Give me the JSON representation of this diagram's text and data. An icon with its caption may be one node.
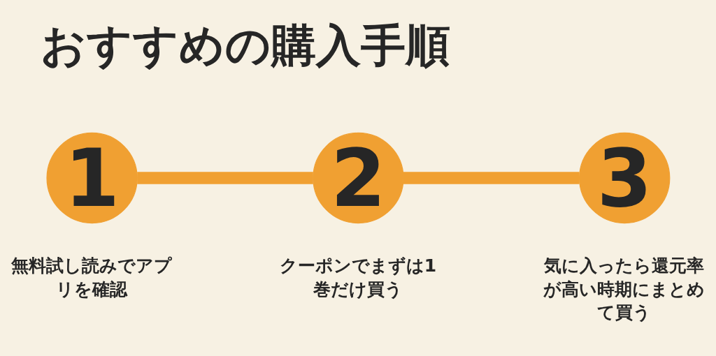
{
  "diagram": {
    "title": "おすすめの購入手順",
    "nodes": [
      {
        "text": [
          "1"
        ],
        "beside": [
          "無料試し読みでアプリを確認"
        ]
      },
      {
        "text": [
          "2"
        ],
        "beside": [
          "クーポンでまずは1 巻だけ買う"
        ]
      },
      {
        "text": [
          "3"
        ],
        "beside": [
          "気に入ったら還元率が高い時期にまとめて買う"
        ]
      }
    ],
    "edges": [
      {
        "from": 0,
        "to": 1,
        "arrow": "none"
      },
      {
        "from": 1,
        "to": 2,
        "arrow": "none"
      }
    ]
  }
}
